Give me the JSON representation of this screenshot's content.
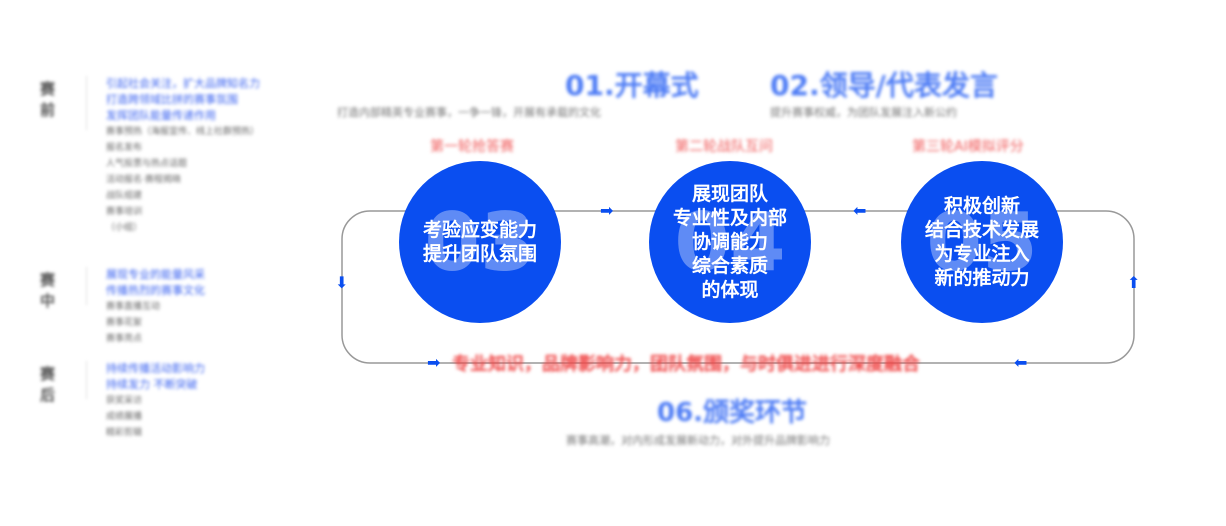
{
  "stages": [
    {
      "label": "赛前",
      "blue": [
        "引起社会关注，扩大品牌知名力",
        "打造跨领域比拼的赛事氛围",
        "发挥团队能量传递作用"
      ],
      "gray": [
        "赛事预热（海报宣传、线上社群预热）",
        "报名发布",
        "人气投票与热点话题",
        "活动报名·赛程揭晓",
        "战队组建",
        "赛事培训",
        "（小组）"
      ]
    },
    {
      "label": "赛中",
      "blue": [
        "展现专业的能量风采",
        "传播热烈的赛事文化"
      ],
      "gray": [
        "赛事直播互动",
        "赛事花絮",
        "赛事亮点"
      ]
    },
    {
      "label": "赛后",
      "blue": [
        "持续传播活动影响力",
        "持续发力 不断突破"
      ],
      "gray": [
        "获奖采访",
        "成绩展播",
        "精彩剪辑"
      ]
    }
  ],
  "steps": [
    {
      "title": "01.开幕式",
      "sub": "打造内部精英专业赛事，一争一锋，开展有承载的文化"
    },
    {
      "title": "02.领导/代表发言",
      "sub": "提升赛事权威，为团队发展注入新公约"
    },
    {
      "title": "06.颁奖环节",
      "sub": "赛事高潮，对内形成发展新动力，对外提升品牌影响力"
    }
  ],
  "rounds": [
    {
      "label": "第一轮抢答赛",
      "num": "03",
      "text": "考验应变能力\n提升团队氛围"
    },
    {
      "label": "第二轮战队互问",
      "num": "04",
      "text": "展现团队\n专业性及内部\n协调能力\n综合素质\n的体现"
    },
    {
      "label": "第三轮AI模拟评分",
      "num": "05",
      "text": "积极创新\n结合技术发展\n为专业注入\n新的推动力"
    }
  ],
  "fusion": "专业知识，品牌影响力，团队氛围，与时俱进进行深度融合",
  "colors": {
    "blue": "#0a4ef0",
    "red": "#f05a5a",
    "title": "#4f7df5"
  }
}
